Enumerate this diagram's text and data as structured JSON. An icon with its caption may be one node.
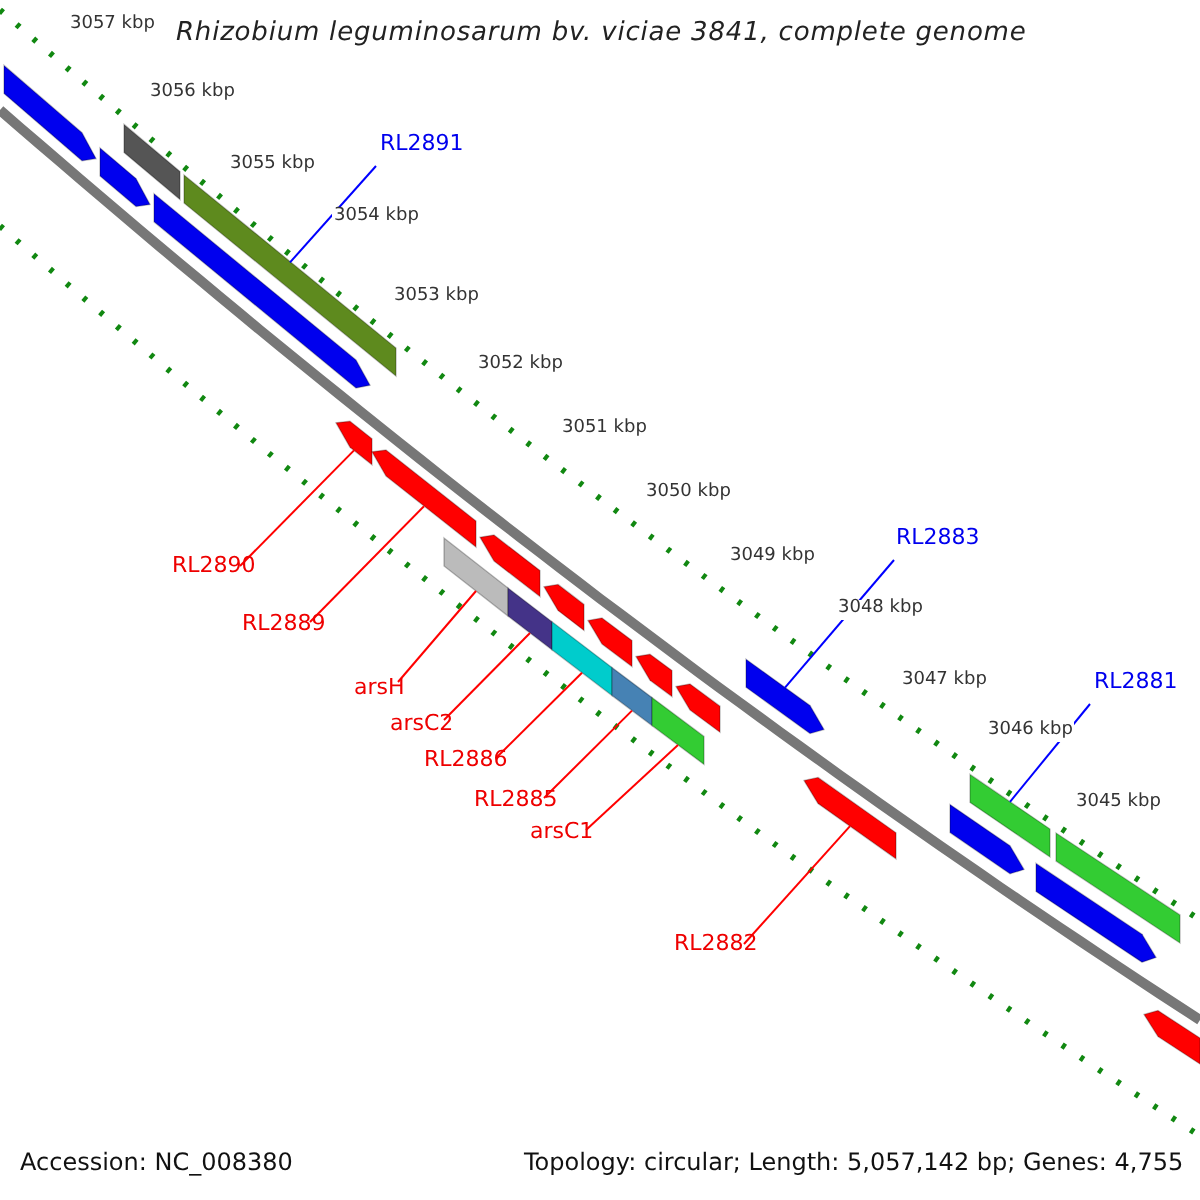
{
  "diagram": {
    "title": "Rhizobium leguminosarum bv. viciae 3841, complete genome",
    "nodes": [
      {
        "text": [
          "RL2891"
        ]
      },
      {
        "text": [
          "RL2883"
        ]
      },
      {
        "text": [
          "RL2881"
        ]
      },
      {
        "text": [
          "RL2890"
        ]
      },
      {
        "text": [
          "RL2889"
        ]
      },
      {
        "text": [
          "arsH"
        ]
      },
      {
        "text": [
          "arsC2"
        ]
      },
      {
        "text": [
          "RL2886"
        ]
      },
      {
        "text": [
          "RL2885"
        ]
      },
      {
        "text": [
          "arsC1"
        ]
      },
      {
        "text": [
          "RL2882"
        ]
      },
      {
        "text": [],
        "shape": "bar"
      },
      {
        "text": [],
        "shape": "bar"
      },
      {
        "text": [],
        "shape": "bar"
      },
      {
        "text": [],
        "shape": "bar"
      },
      {
        "text": [],
        "shape": "bar"
      },
      {
        "text": [],
        "shape": "bar"
      },
      {
        "text": [],
        "shape": "bar"
      },
      {
        "text": [],
        "shape": "bar"
      },
      {
        "text": [],
        "shape": "bar"
      },
      {
        "text": [],
        "shape": "bar"
      },
      {
        "text": [],
        "shape": "bar"
      },
      {
        "text": [],
        "shape": "bar"
      },
      {
        "text": [],
        "shape": "bar"
      },
      {
        "text": [],
        "shape": "bar"
      },
      {
        "text": [],
        "shape": "bar"
      },
      {
        "text": [],
        "shape": "bar"
      },
      {
        "text": [],
        "shape": "bar"
      },
      {
        "text": [],
        "shape": "bar"
      },
      {
        "text": [],
        "shape": "bar"
      },
      {
        "text": [],
        "shape": "bar"
      },
      {
        "text": [],
        "shape": "bar"
      },
      {
        "text": [],
        "shape": "bar"
      },
      {
        "text": [],
        "shape": "bar"
      },
      {
        "text": [],
        "shape": "bar"
      }
    ],
    "edges": [
      {
        "from": 0,
        "to": 15,
        "arrow": "none",
        "color": "#0000ff"
      },
      {
        "from": 1,
        "to": 28,
        "arrow": "none",
        "color": "#0000ff"
      },
      {
        "from": 2,
        "to": 31,
        "arrow": "none",
        "color": "#0000ff"
      },
      {
        "from": 3,
        "to": 16,
        "arrow": "none"
      },
      {
        "from": 4,
        "to": 17,
        "arrow": "none"
      },
      {
        "from": 5,
        "to": 18,
        "arrow": "none"
      },
      {
        "from": 6,
        "to": 20,
        "arrow": "none"
      },
      {
        "from": 7,
        "to": 22,
        "arrow": "none"
      },
      {
        "from": 8,
        "to": 24,
        "arrow": "none"
      },
      {
        "from": 9,
        "to": 26,
        "arrow": "none"
      },
      {
        "from": 10,
        "to": 29,
        "arrow": "none"
      }
    ],
    "labels": [
      "3057 kbp",
      "3056 kbp",
      "3055 kbp",
      "3054 kbp",
      "3053 kbp",
      "3052 kbp",
      "3051 kbp",
      "3050 kbp",
      "3049 kbp",
      "3048 kbp",
      "3047 kbp",
      "3046 kbp",
      "3045 kbp",
      "Accession: NC_008380",
      "Topology: circular; Length: 5,057,142 bp; Genes: 4,755"
    ]
  }
}
